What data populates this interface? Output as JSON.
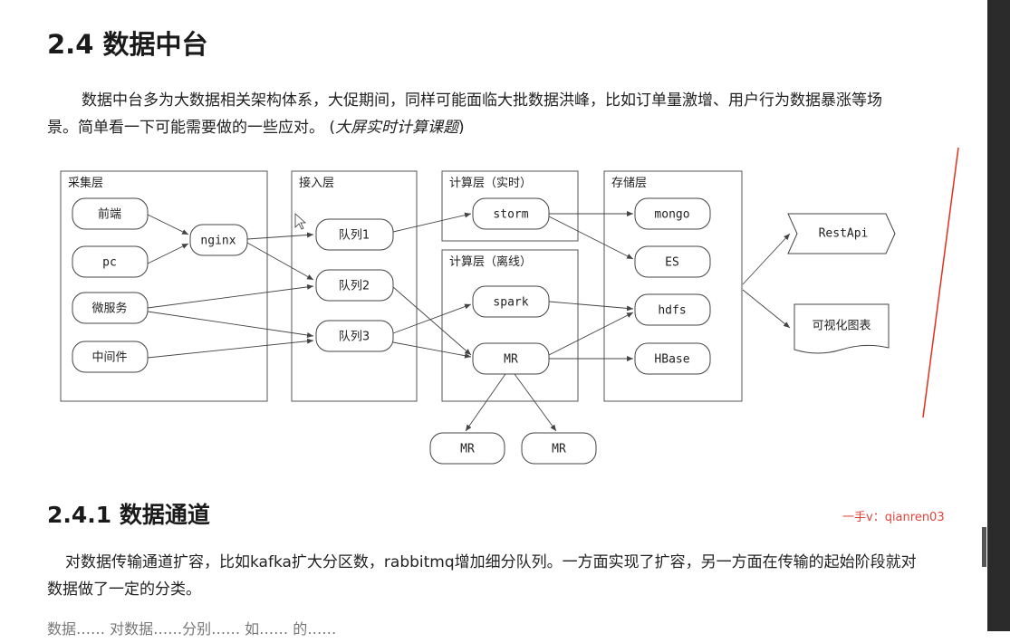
{
  "heading": "2.4 数据中台",
  "intro": {
    "text": "数据中台多为大数据相关架构体系，大促期间，同样可能面临大批数据洪峰，比如订单量激增、用户行为数据暴涨等场景。简单看一下可能需要做的一些应对。 (",
    "note": "大屏实时计算课题",
    "close": ")"
  },
  "diagram": {
    "zones": {
      "collect": "采集层",
      "ingest": "接入层",
      "compute_rt": "计算层（实时）",
      "compute_off": "计算层（离线）",
      "storage": "存储层"
    },
    "nodes": {
      "frontend": "前端",
      "pc": "pc",
      "micro": "微服务",
      "middleware": "中间件",
      "nginx": "nginx",
      "queue1": "队列1",
      "queue2": "队列2",
      "queue3": "队列3",
      "storm": "storm",
      "spark": "spark",
      "mr": "MR",
      "mr_a": "MR",
      "mr_b": "MR",
      "mongo": "mongo",
      "es": "ES",
      "hdfs": "hdfs",
      "hbase": "HBase",
      "restapi": "RestApi",
      "viz": "可视化图表"
    }
  },
  "subheading": "2.4.1 数据通道",
  "watermark": "一手v：qianren03",
  "para2": "对数据传输通道扩容，比如kafka扩大分区数，rabbitmq增加细分队列。一方面实现了扩容，另一方面在传输的起始阶段就对数据做了一定的分类。",
  "para3": "数据…… 对数据……分别…… 如…… 的……"
}
